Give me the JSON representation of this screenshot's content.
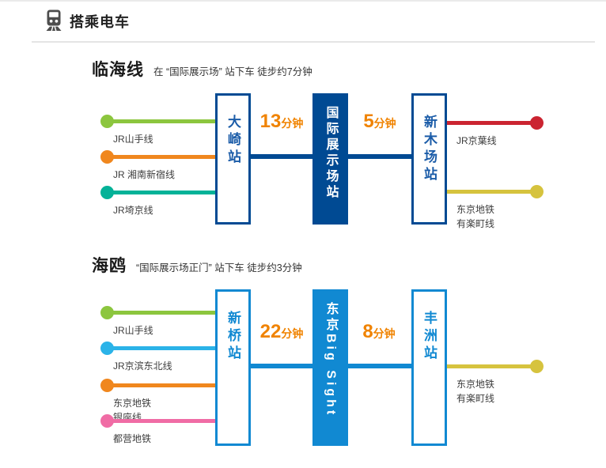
{
  "header": {
    "title": "搭乘电车",
    "icon": "train-icon"
  },
  "colors": {
    "minutes": "#F08300",
    "divider": "#e4e4e4"
  },
  "sections": [
    {
      "title": "临海线",
      "subtitle": "在 “国际展示场” 站下车 徒步约7分钟",
      "accent": "#004A93",
      "station_text_color": "#1B5CA8",
      "left_lines": [
        {
          "label": "JR山手线",
          "color": "#8CC63E"
        },
        {
          "label": "JR 湘南新宿线",
          "color": "#F0871E"
        },
        {
          "label": "JR埼京线",
          "color": "#04B298"
        }
      ],
      "stations": [
        {
          "name": "大崎站",
          "type": "outline"
        },
        {
          "name": "国际展示场站",
          "type": "filled"
        },
        {
          "name": "新木场站",
          "type": "outline"
        }
      ],
      "durations": [
        {
          "num": "13",
          "unit": "分钟"
        },
        {
          "num": "5",
          "unit": "分钟"
        }
      ],
      "right_lines": [
        {
          "label": "JR京葉线",
          "color": "#CB2431"
        },
        {
          "label": "东京地铁",
          "label2": "有楽町线",
          "color": "#D6C33E"
        }
      ]
    },
    {
      "title": "海鸥",
      "subtitle": "“国际展示场正门” 站下车 徒步约3分钟",
      "accent": "#1189D2",
      "station_text_color": "#1189D2",
      "left_lines": [
        {
          "label": "JR山手线",
          "color": "#8CC63E"
        },
        {
          "label": "JR京滨东北线",
          "color": "#2BB3E8"
        },
        {
          "label": "东京地铁",
          "label2": "银座线",
          "color": "#F0871E"
        },
        {
          "label": "都营地铁",
          "color": "#F06CA5"
        }
      ],
      "stations": [
        {
          "name": "新桥站",
          "type": "outline"
        },
        {
          "name": "东京Big Sight",
          "type": "filled"
        },
        {
          "name": "丰洲站",
          "type": "outline"
        }
      ],
      "durations": [
        {
          "num": "22",
          "unit": "分钟"
        },
        {
          "num": "8",
          "unit": "分钟"
        }
      ],
      "right_lines": [
        {
          "label": "东京地铁",
          "label2": "有楽町线",
          "color": "#D6C33E"
        }
      ]
    }
  ]
}
